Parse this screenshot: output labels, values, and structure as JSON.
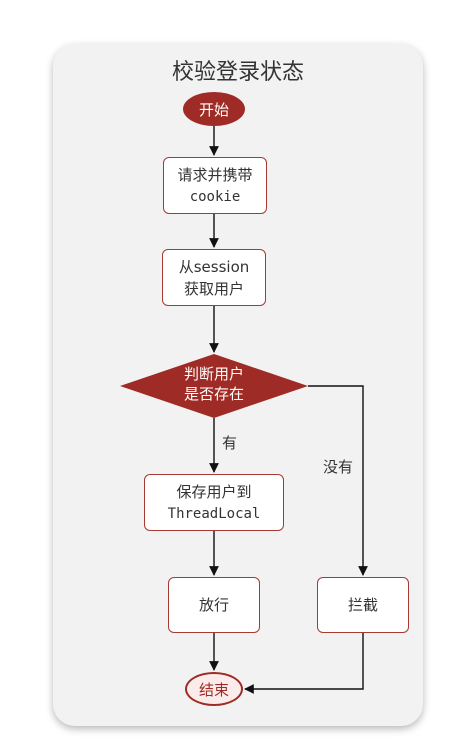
{
  "title": "校验登录状态",
  "nodes": {
    "start": "开始",
    "step_request": {
      "line1": "请求并携带",
      "line2": "cookie"
    },
    "step_session": {
      "line1": "从session",
      "line2": "获取用户"
    },
    "decision": {
      "line1": "判断用户",
      "line2": "是否存在"
    },
    "step_save": {
      "line1": "保存用户到",
      "line2": "ThreadLocal"
    },
    "step_allow": "放行",
    "step_block": "拦截",
    "end": "结束"
  },
  "edges": {
    "yes_label": "有",
    "no_label": "没有"
  },
  "colors": {
    "node_fill": "#9e2b25",
    "node_border": "#a53a34",
    "panel_bg": "#f2f2f2",
    "line": "#111111"
  }
}
